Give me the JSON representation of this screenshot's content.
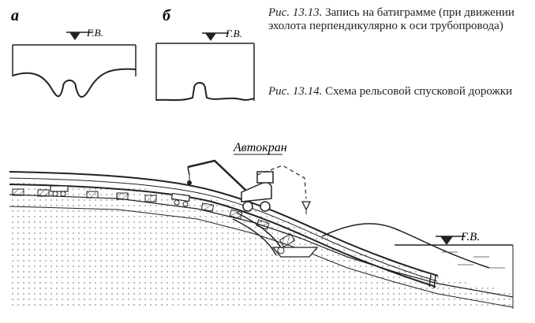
{
  "figure_13_13": {
    "panel_a_label": "а",
    "panel_b_label": "б",
    "water_level_label": "Г.В.",
    "caption_number": "Рис. 13.13.",
    "caption_text": "Запись на батиграмме (при движении эхолота перпендикулярно к оси трубопровода)"
  },
  "figure_13_14": {
    "caption_number": "Рис. 13.14.",
    "caption_text": "Схема рельсовой спусковой дорожки",
    "crane_label": "Автокран",
    "water_level_label": "Г.В."
  }
}
